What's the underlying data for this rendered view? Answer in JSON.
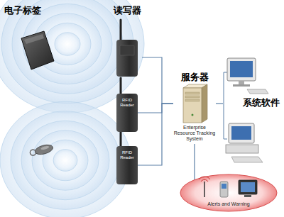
{
  "diagram": {
    "nodes": [
      {
        "text": [
          "电子标签"
        ]
      },
      {
        "text": [
          "读写器"
        ]
      },
      {
        "text": [
          "RFID Reader"
        ]
      },
      {
        "text": [
          "RFID Reader"
        ]
      },
      {
        "text": [
          "服务器",
          "Enterprise Resource Tracking System"
        ]
      },
      {
        "text": [
          "系统软件"
        ]
      },
      {
        "text": [
          "Alerts and Warning"
        ]
      }
    ],
    "edges": [
      {
        "from": 1,
        "to": 4,
        "arrow": "none"
      },
      {
        "from": 2,
        "to": 4,
        "arrow": "none"
      },
      {
        "from": 3,
        "to": 4,
        "arrow": "none"
      },
      {
        "from": 4,
        "to": 5,
        "arrow": "none"
      },
      {
        "from": 4,
        "to": 6,
        "arrow": "none"
      }
    ]
  }
}
